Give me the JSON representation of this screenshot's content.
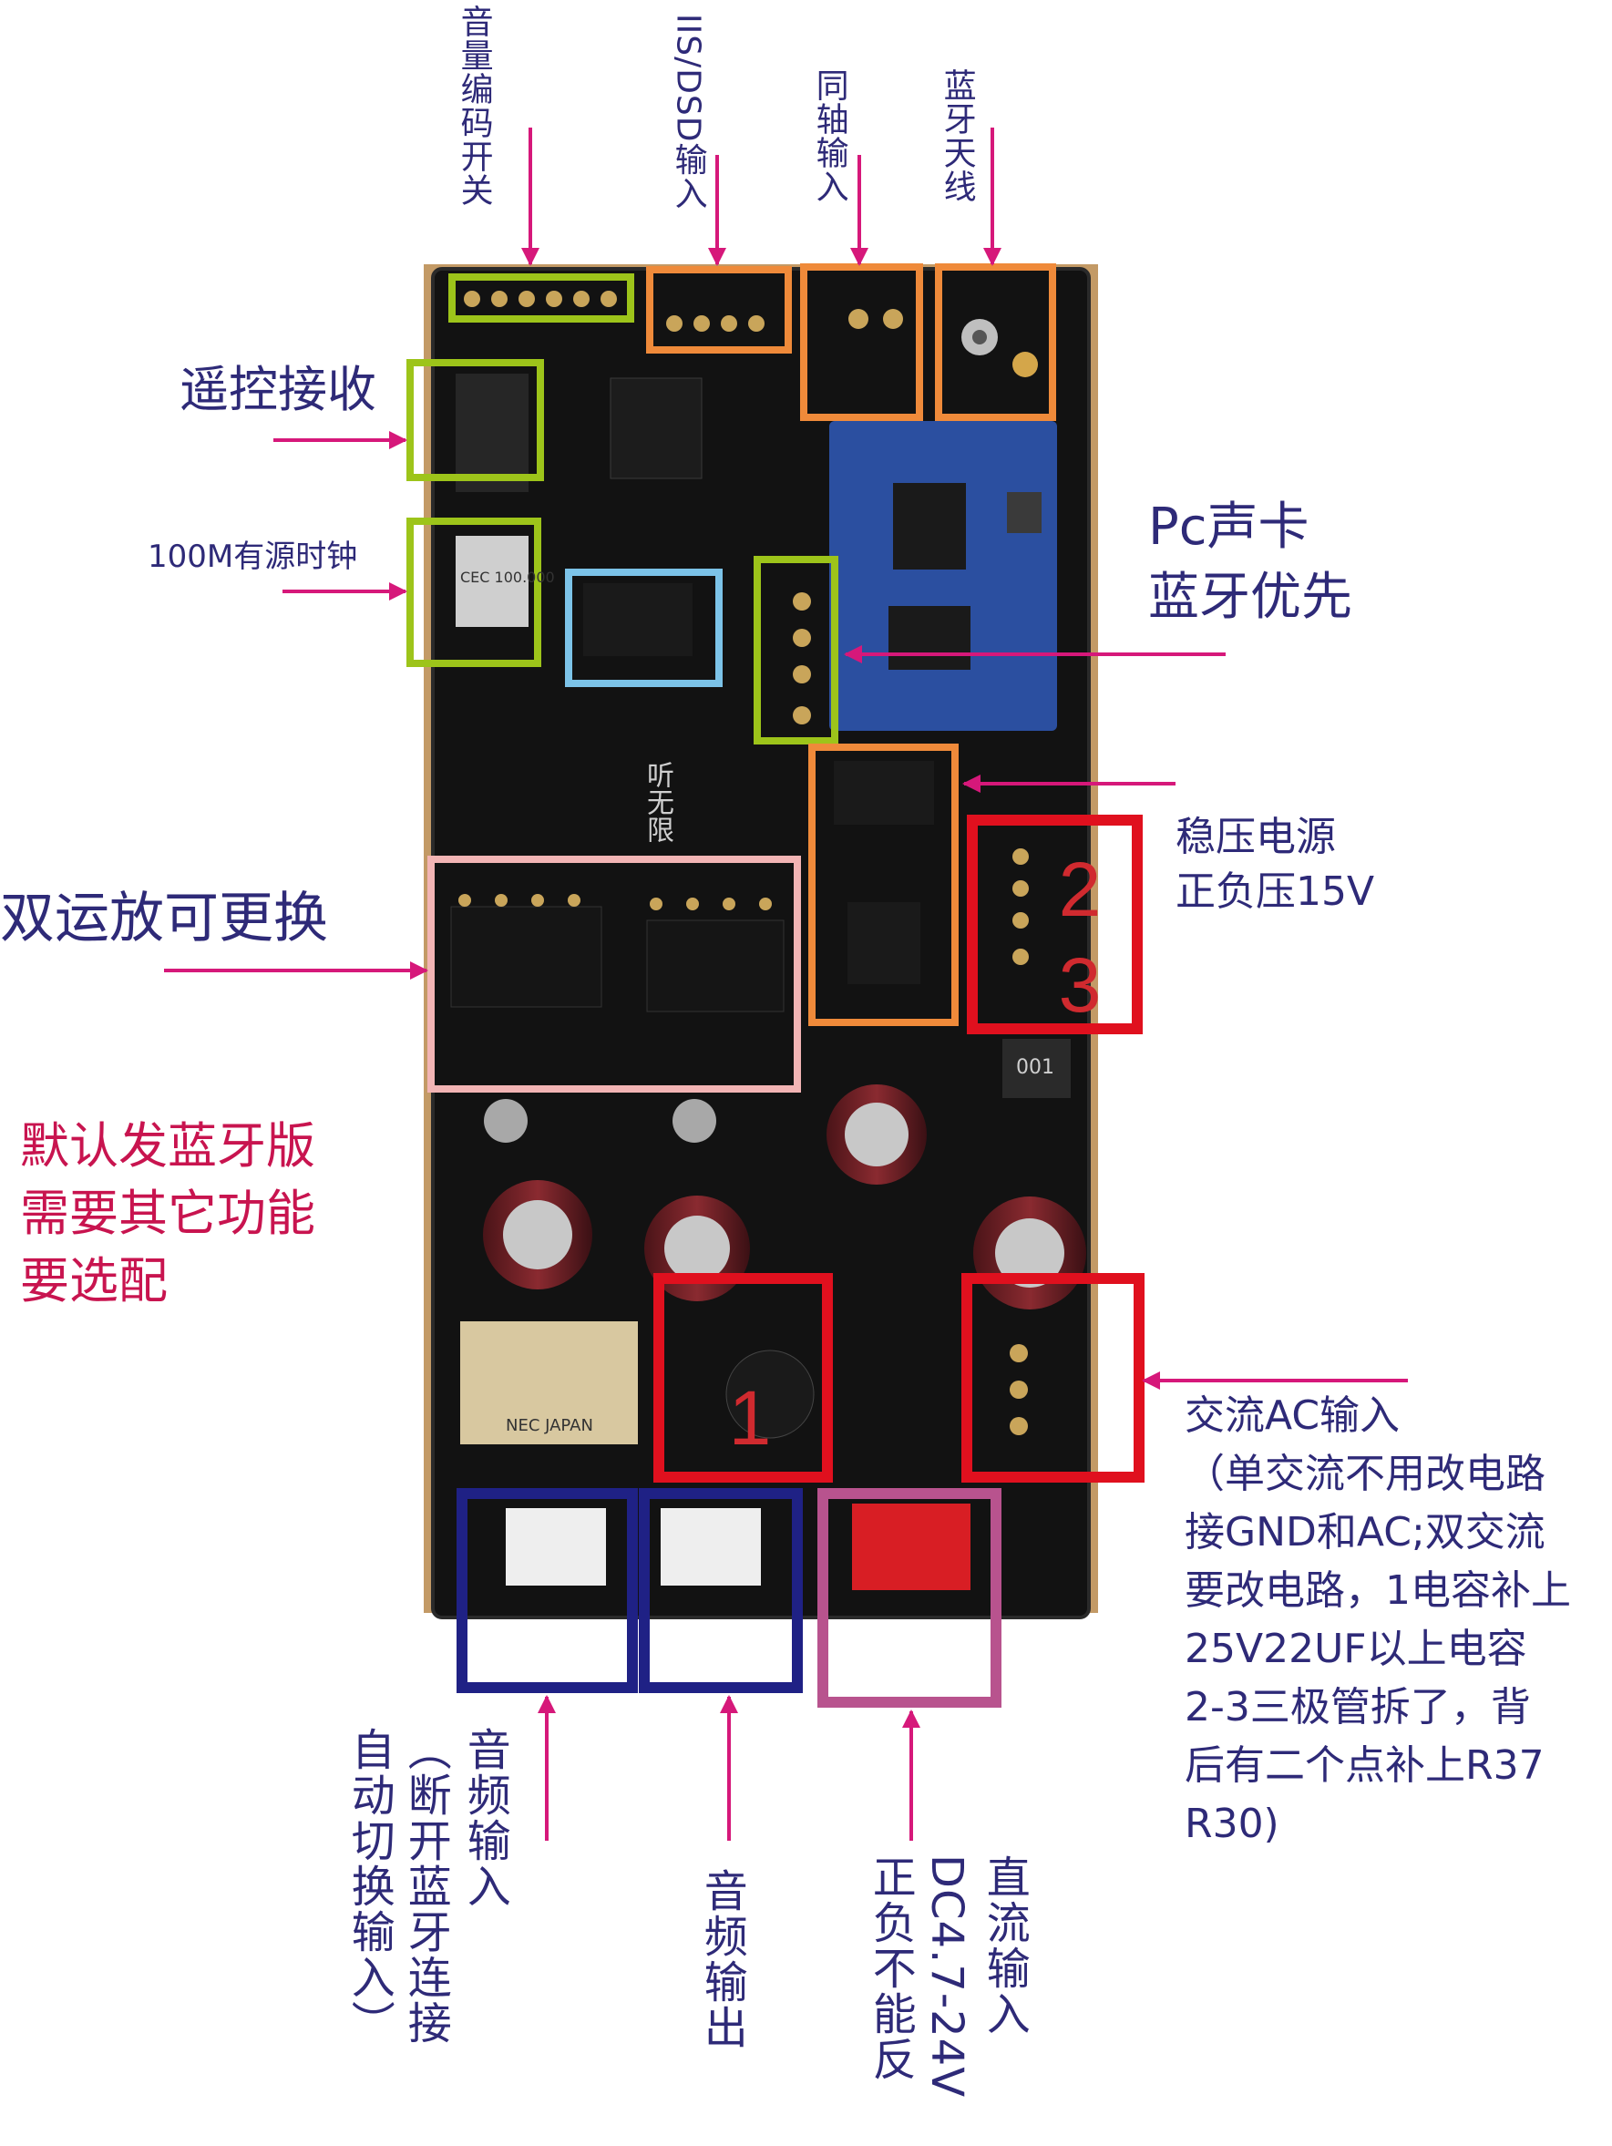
{
  "colors": {
    "arrow": "#d6187a",
    "navy_text": "#2e2a78",
    "red_text": "#c8144f",
    "box_green": "#9dc41a",
    "box_orange": "#ef8a3a",
    "box_light_blue": "#7cc3e8",
    "box_red": "#e0101e",
    "box_pink": "#f2b4b4",
    "box_navy": "#1f2185",
    "box_magenta": "#b8538e",
    "pcb": "#111111",
    "bt_module": "#2b4fa0",
    "wood": "#c39a66"
  },
  "labels": {
    "volume_encoder": "音量编码开关",
    "iis_dsd": "IIS/DSD输入",
    "coax_in": "同轴输入",
    "bt_antenna": "蓝牙天线",
    "remote_rx": "遥控接收",
    "clock": "100M有源时钟",
    "pc_soundcard_line1": "Pc声卡",
    "pc_soundcard_line2": "蓝牙优先",
    "regulator_line1": "稳压电源",
    "regulator_line2": "正负压15V",
    "dual_opamp": "双运放可更换",
    "default_note": [
      "默认发蓝牙版",
      "需要其它功能",
      "要选配"
    ],
    "ac_input": [
      "交流AC输入",
      "（单交流不用改电路",
      "接GND和AC;双交流",
      "要改电路，1电容补上",
      "25V22UF以上电容",
      "2-3三极管拆了，背",
      "后有二个点补上R37",
      "R30)"
    ],
    "audio_in": [
      "音频输入",
      "（断开蓝牙连接",
      "自动切换输入）"
    ],
    "audio_out": "音频输出",
    "dc_in": [
      "直流输入",
      "DC4.7-24V",
      "正负不能反"
    ],
    "num1": "1",
    "num2": "2",
    "num3": "3"
  },
  "pcb_markings": {
    "brand": "听无限",
    "oscillator": "CEC 100.000",
    "relay": "NEC JAPAN",
    "inductor": "001"
  }
}
